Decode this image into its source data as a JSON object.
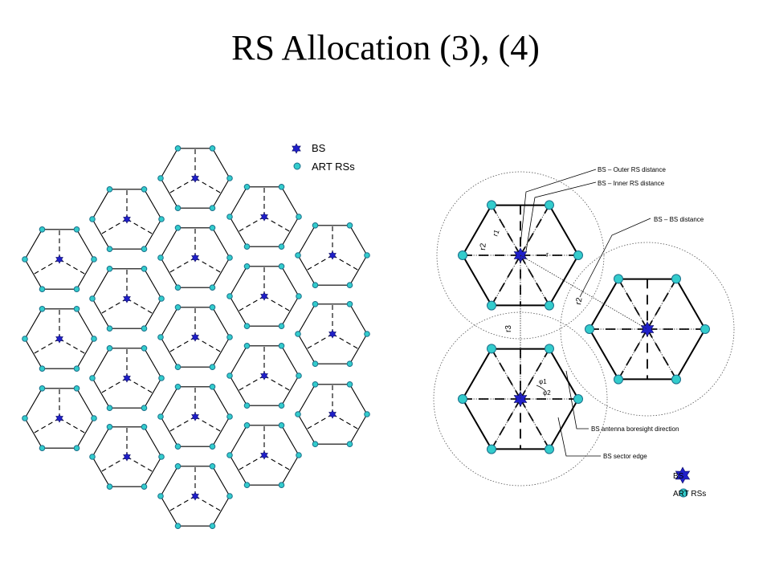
{
  "title": "RS Allocation (3), (4)",
  "colors": {
    "bs": "#1f1fc8",
    "rs": "#33cccc",
    "rs_stroke": "#1a6f8a",
    "line": "#000000"
  },
  "left_diagram": {
    "legend": {
      "bs": "BS",
      "rs": "ART RSs"
    },
    "cell_count": 19
  },
  "right_diagram": {
    "callouts": {
      "outer": "BS – Outer RS distance",
      "inner": "BS – Inner RS distance",
      "bsbs": "BS – BS distance",
      "boresight": "BS antenna boresight direction",
      "sector_edge": "BS sector edge"
    },
    "symbols": {
      "r1": "r1",
      "r": "r",
      "r2a": "r2",
      "r2b": "r2",
      "r3": "r3",
      "phi1": "φ1",
      "phi2": "φ2"
    },
    "legend": {
      "bs": "BS",
      "rs": "ART RSs"
    }
  }
}
